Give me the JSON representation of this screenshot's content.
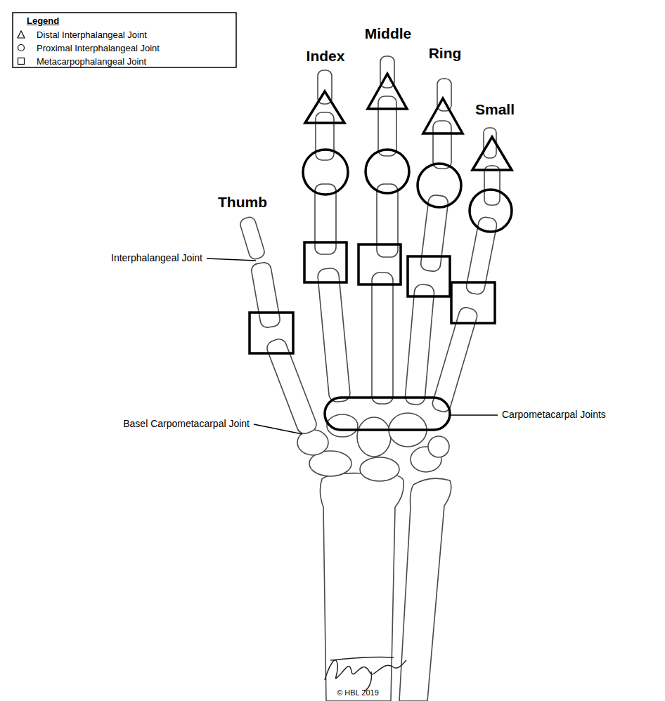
{
  "diagram": {
    "labels": [
      "Legend",
      "Index",
      "Middle",
      "Ring",
      "Small",
      "Thumb",
      "Interphalangeal Joint",
      "Basel Carpometacarpal Joint",
      "Carpometacarpal Joints",
      "© HBL 2019"
    ],
    "legend": [
      {
        "text": "Distal Interphalangeal Joint"
      },
      {
        "text": "Proximal Interphalangeal Joint"
      },
      {
        "text": "Metacarpophalangeal Joint"
      }
    ]
  }
}
